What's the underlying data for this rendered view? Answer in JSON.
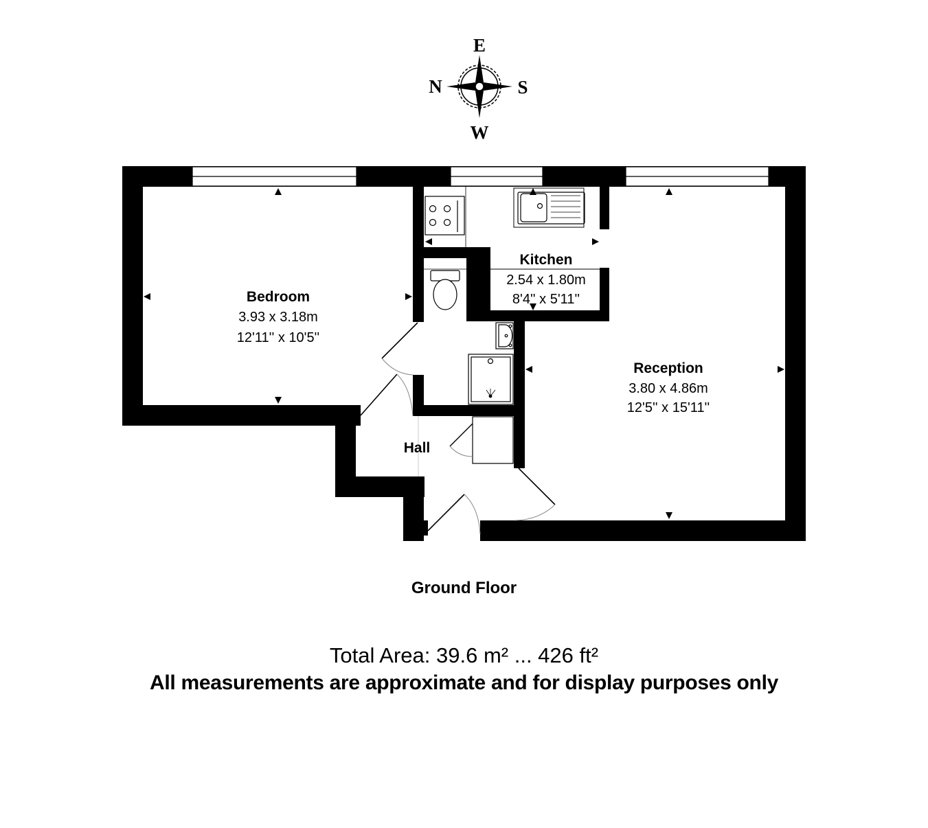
{
  "compass": {
    "top": "E",
    "left": "N",
    "right": "S",
    "bottom": "W"
  },
  "rooms": {
    "bedroom": {
      "name": "Bedroom",
      "metric": "3.93 x 3.18m",
      "imperial": "12'11'' x 10'5''"
    },
    "kitchen": {
      "name": "Kitchen",
      "metric": "2.54 x 1.80m",
      "imperial": "8'4'' x 5'11''"
    },
    "reception": {
      "name": "Reception",
      "metric": "3.80 x 4.86m",
      "imperial": "12'5'' x 15'11''"
    },
    "hall": {
      "name": "Hall"
    }
  },
  "floor_label": "Ground Floor",
  "total_area": "Total Area: 39.6 m² ... 426 ft²",
  "disclaimer": "All measurements are approximate and for display purposes only",
  "colors": {
    "wall": "#000000",
    "background": "#ffffff",
    "door_arc": "#8a8a8a"
  }
}
